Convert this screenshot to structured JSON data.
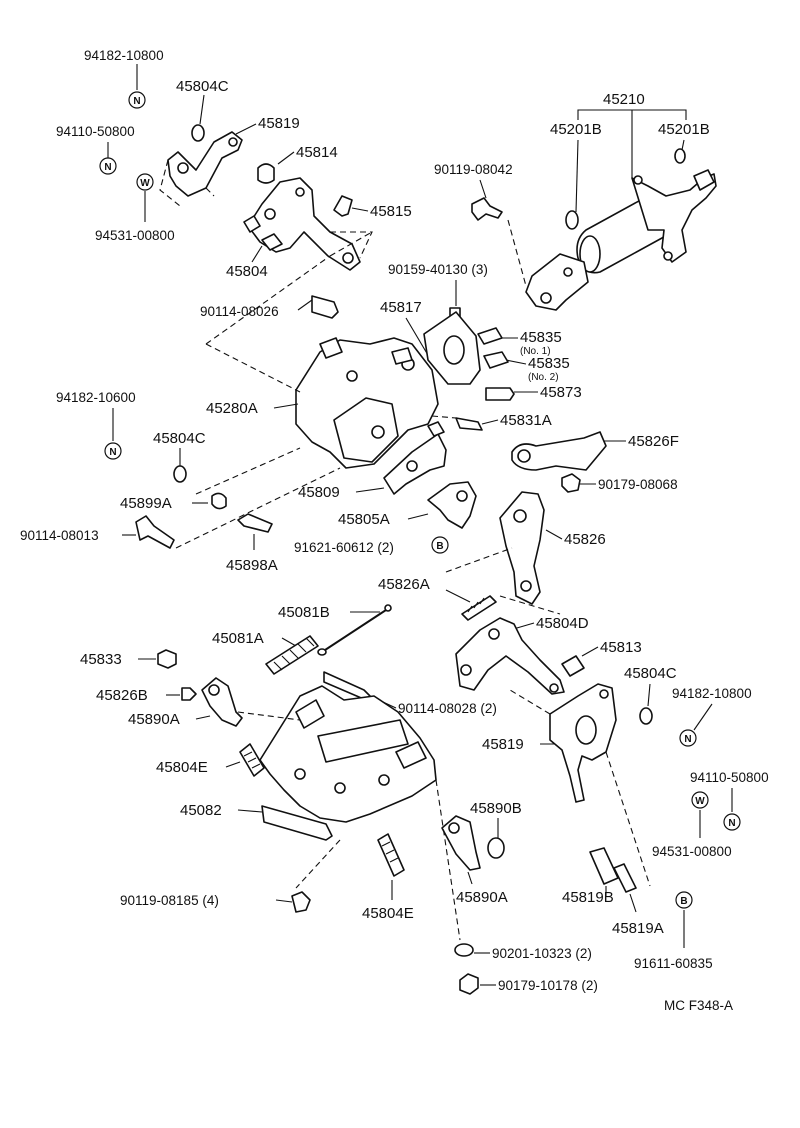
{
  "diagram_code": "MC F348-A",
  "badges": {
    "N": "N",
    "W": "W",
    "B": "B"
  },
  "labels": {
    "p94182_10800_tl": "94182-10800",
    "p45804C_top": "45804C",
    "p45819_top": "45819",
    "p94110_50800_tl": "94110-50800",
    "p45814": "45814",
    "p45815": "45815",
    "p94531_00800_tl": "94531-00800",
    "p45804": "45804",
    "p45210": "45210",
    "p45201B_l": "45201B",
    "p45201B_r": "45201B",
    "p90119_08042": "90119-08042",
    "p90159_40130": "90159-40130 (3)",
    "p90114_08026": "90114-08026",
    "p45817": "45817",
    "p45835_1": "45835",
    "p45835_1_sub": "(No. 1)",
    "p45835_2": "45835",
    "p45835_2_sub": "(No. 2)",
    "p45873": "45873",
    "p94182_10600": "94182-10600",
    "p45280A": "45280A",
    "p45831A": "45831A",
    "p45804C_mid": "45804C",
    "p45826F": "45826F",
    "p90179_08068": "90179-08068",
    "p45809": "45809",
    "p45899A": "45899A",
    "p90114_08013": "90114-08013",
    "p45805A": "45805A",
    "p91621_60612": "91621-60612 (2)",
    "p45898A": "45898A",
    "p45826": "45826",
    "p45826A": "45826A",
    "p45081B": "45081B",
    "p45804D": "45804D",
    "p45081A": "45081A",
    "p45833": "45833",
    "p45813": "45813",
    "p45804C_right": "45804C",
    "p94182_10800_r": "94182-10800",
    "p45826B": "45826B",
    "p90114_08028": "90114-08028 (2)",
    "p45890A_l": "45890A",
    "p45819_right": "45819",
    "p45804E_l": "45804E",
    "p94110_50800_r": "94110-50800",
    "p45082": "45082",
    "p45890B": "45890B",
    "p94531_00800_r": "94531-00800",
    "p90119_08185": "90119-08185 (4)",
    "p45804E_b": "45804E",
    "p45890A_b": "45890A",
    "p45819B": "45819B",
    "p45819A": "45819A",
    "p90201_10323": "90201-10323 (2)",
    "p91611_60835": "91611-60835",
    "p90179_10178": "90179-10178 (2)"
  }
}
